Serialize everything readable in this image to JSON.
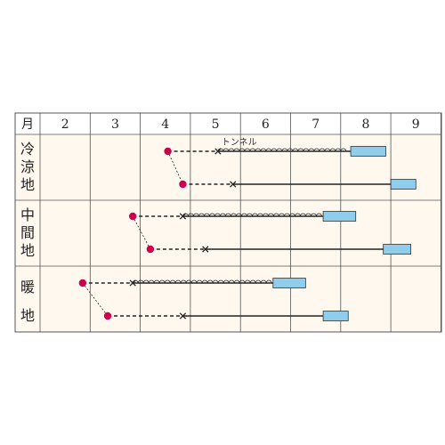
{
  "header": {
    "corner": "月",
    "months": [
      "2",
      "3",
      "4",
      "5",
      "6",
      "7",
      "8",
      "9"
    ]
  },
  "regions": [
    {
      "label": [
        "冷",
        "涼",
        "地"
      ]
    },
    {
      "label": [
        "中",
        "間",
        "地"
      ]
    },
    {
      "label": [
        "暖",
        "地"
      ]
    }
  ],
  "annotations": {
    "tunnel": "トンネル"
  },
  "colors": {
    "grid": "#555555",
    "header_bg": "#ffffff",
    "body_bg": "#fff8ef",
    "sowing_dot": "#d0004f",
    "harvest_box": "#8fcdea",
    "line": "#222222"
  },
  "chart_data": {
    "type": "schedule",
    "axis": {
      "unit": "month",
      "range": [
        1.5,
        9.5
      ]
    },
    "legend_symbols": {
      "sowing": "dot",
      "nursery": "dashed-line",
      "planting": "cross",
      "growing": "solid-line",
      "tunnel": "arched-line",
      "harvest": "box"
    },
    "rows": [
      {
        "region": "冷涼地",
        "sow": 4.05,
        "plant": 5.05,
        "tunnel": [
          5.05,
          7.7
        ],
        "grow": [
          5.05,
          7.7
        ],
        "harvest": [
          7.7,
          8.4
        ],
        "tunnel_label": true
      },
      {
        "region": "冷涼地",
        "sow": 4.35,
        "plant": 5.35,
        "grow": [
          5.35,
          8.5
        ],
        "harvest": [
          8.5,
          9.0
        ],
        "link_from_prev": true
      },
      {
        "region": "中間地",
        "sow": 3.35,
        "plant": 4.35,
        "tunnel": [
          4.35,
          7.15
        ],
        "grow": [
          4.35,
          7.15
        ],
        "harvest": [
          7.15,
          7.8
        ]
      },
      {
        "region": "中間地",
        "sow": 3.7,
        "plant": 4.8,
        "grow": [
          4.8,
          8.35
        ],
        "harvest": [
          8.35,
          8.9
        ],
        "link_from_prev": true
      },
      {
        "region": "暖地",
        "sow": 2.35,
        "plant": 3.35,
        "tunnel": [
          3.35,
          6.15
        ],
        "grow": [
          3.35,
          6.15
        ],
        "harvest": [
          6.15,
          6.8
        ]
      },
      {
        "region": "暖地",
        "sow": 2.85,
        "plant": 4.35,
        "grow": [
          4.35,
          7.15
        ],
        "harvest": [
          7.15,
          7.65
        ],
        "link_from_prev": true
      }
    ]
  }
}
